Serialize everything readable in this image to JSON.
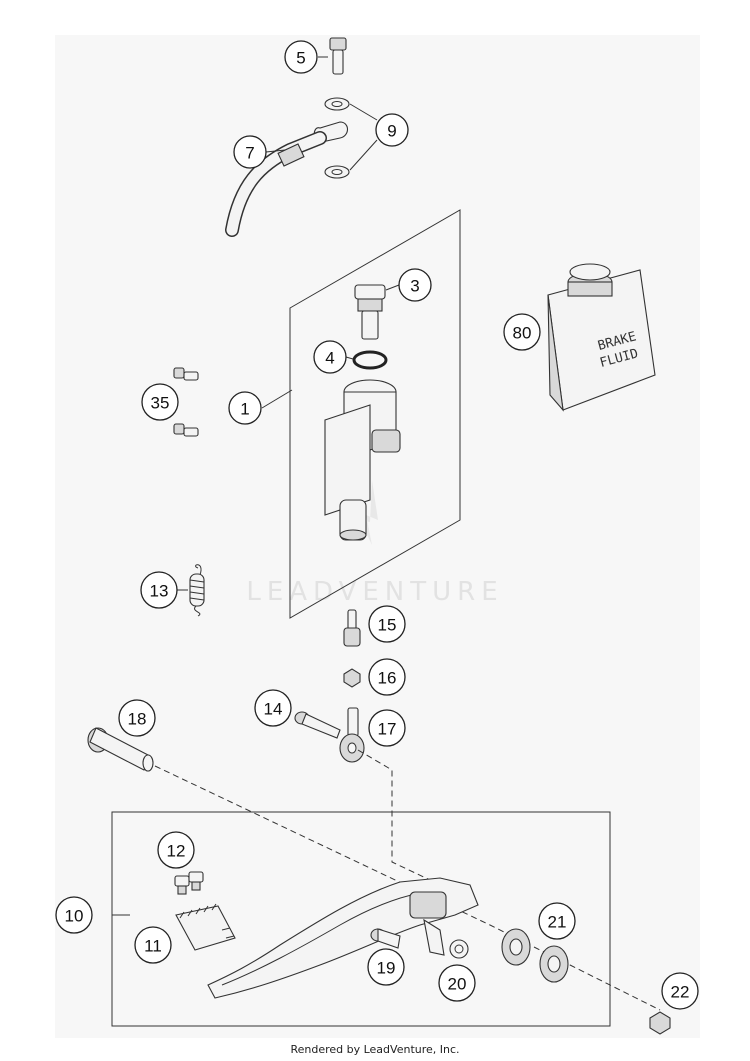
{
  "diagram": {
    "callouts": [
      "1",
      "3",
      "4",
      "5",
      "7",
      "9",
      "10",
      "11",
      "12",
      "13",
      "14",
      "15",
      "16",
      "17",
      "18",
      "19",
      "20",
      "21",
      "22",
      "35",
      "80"
    ],
    "can_label": [
      "BRAKE",
      "FLUID"
    ],
    "watermark": "LEADVENTURE"
  },
  "footer": {
    "text": "Rendered by LeadVenture, Inc."
  }
}
